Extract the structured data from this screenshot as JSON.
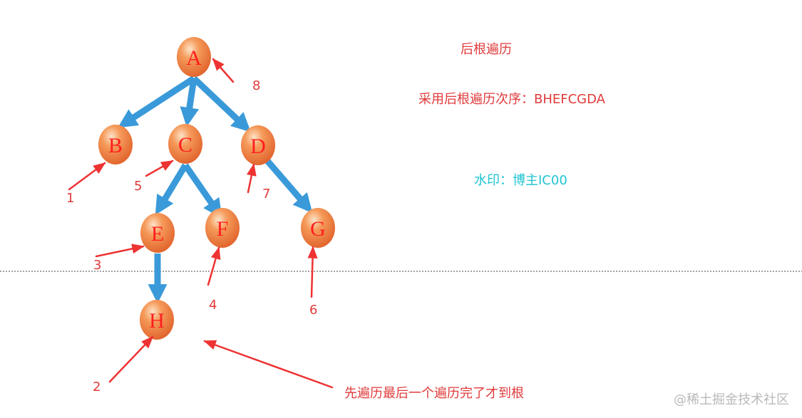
{
  "title": "后根遍历",
  "order_text": "采用后根遍历次序：BHEFCGDA",
  "watermark_text": "水印：博主IC00",
  "note_text": "先遍历最后一个遍历完了才到根",
  "site_watermark": "@稀土掘金技术社区",
  "colors": {
    "node_fill": "#f07a3a",
    "node_text": "#ff1f1f",
    "edge": "#3a9ad9",
    "pointer_arrow": "#ee3333",
    "accent_red": "#e03a3a",
    "accent_cyan": "#1fc4d0"
  },
  "tree": {
    "nodes": [
      {
        "id": "A",
        "label": "A"
      },
      {
        "id": "B",
        "label": "B"
      },
      {
        "id": "C",
        "label": "C"
      },
      {
        "id": "D",
        "label": "D"
      },
      {
        "id": "E",
        "label": "E"
      },
      {
        "id": "F",
        "label": "F"
      },
      {
        "id": "G",
        "label": "G"
      },
      {
        "id": "H",
        "label": "H"
      }
    ],
    "edges": [
      {
        "from": "A",
        "to": "B"
      },
      {
        "from": "A",
        "to": "C"
      },
      {
        "from": "A",
        "to": "D"
      },
      {
        "from": "C",
        "to": "E"
      },
      {
        "from": "C",
        "to": "F"
      },
      {
        "from": "D",
        "to": "G"
      },
      {
        "from": "E",
        "to": "H"
      }
    ]
  },
  "visit_steps": [
    {
      "node": "B",
      "label": "1"
    },
    {
      "node": "H",
      "label": "2"
    },
    {
      "node": "E",
      "label": "3"
    },
    {
      "node": "F",
      "label": "4"
    },
    {
      "node": "C",
      "label": "5"
    },
    {
      "node": "G",
      "label": "6"
    },
    {
      "node": "D",
      "label": "7"
    },
    {
      "node": "A",
      "label": "8"
    }
  ]
}
